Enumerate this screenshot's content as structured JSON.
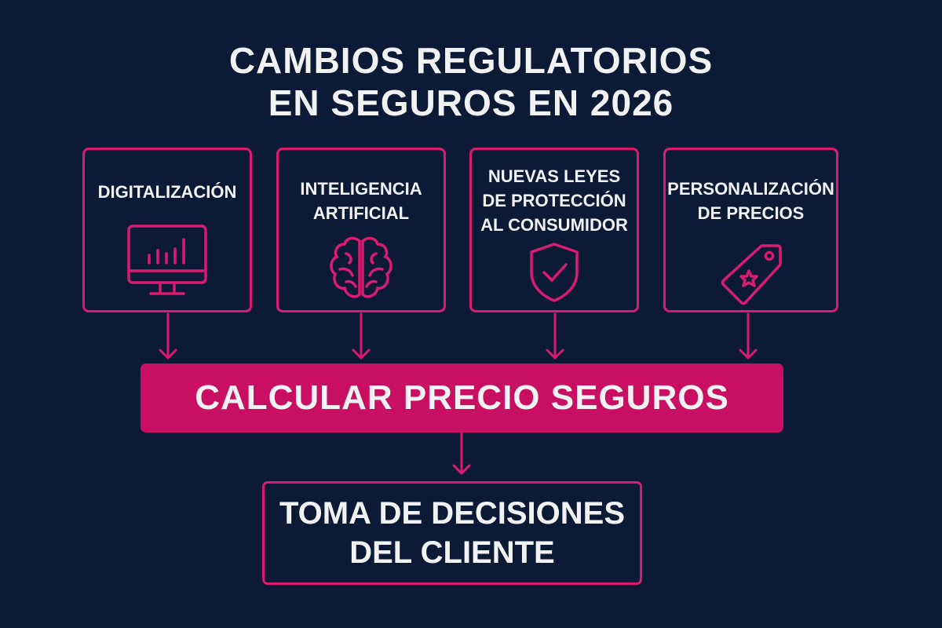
{
  "title": {
    "line1": "CAMBIOS REGULATORIOS",
    "line2": "EN SEGUROS EN 2026"
  },
  "factors": [
    {
      "lines": [
        "DIGITALIZACIÓN"
      ],
      "icon": "monitor-chart-icon"
    },
    {
      "lines": [
        "INTELIGENCIA",
        "ARTIFICIAL"
      ],
      "icon": "brain-icon"
    },
    {
      "lines": [
        "NUEVAS LEYES",
        "DE PROTECCIÓN",
        "AL CONSUMIDOR"
      ],
      "icon": "shield-check-icon"
    },
    {
      "lines": [
        "PERSONALIZACIÓN",
        "DE PRECIOS"
      ],
      "icon": "price-tag-star-icon"
    }
  ],
  "central": {
    "label": "CALCULAR PRECIO SEGUROS"
  },
  "outcome": {
    "line1": "TOMA DE DECISIONES",
    "line2": "DEL CLIENTE"
  },
  "colors": {
    "background": "#0c1a35",
    "accent": "#d81b6e",
    "central_fill": "#c90f62",
    "text": "#f2f2f2"
  }
}
